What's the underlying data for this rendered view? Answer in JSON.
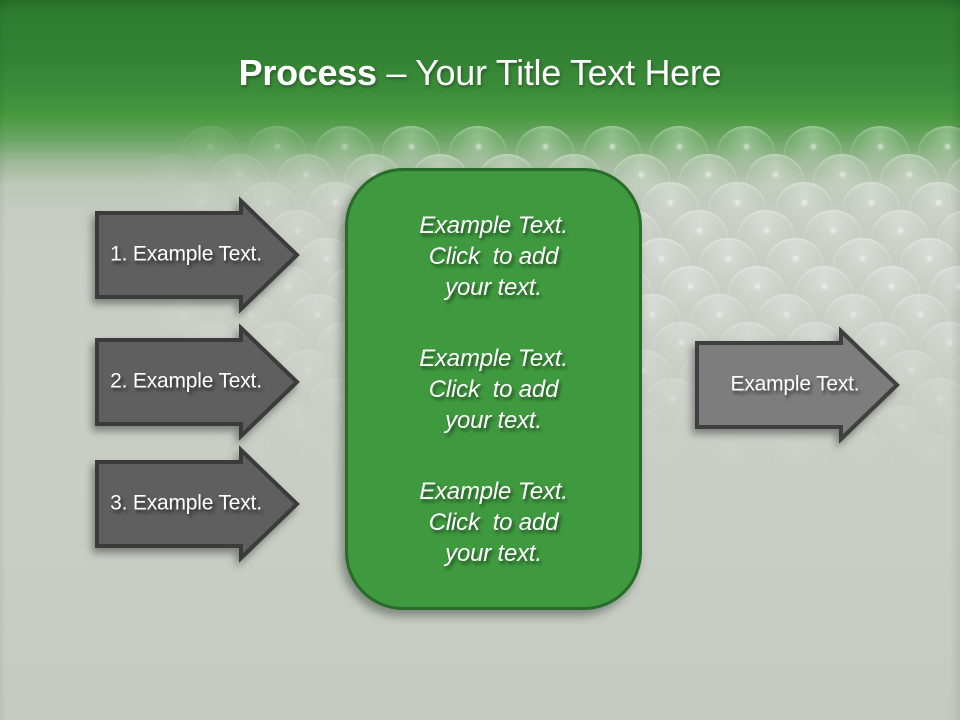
{
  "slide": {
    "title": {
      "bold_part": "Process",
      "regular_part": " – Your Title Text Here"
    },
    "left_arrows": [
      {
        "label": "1. Example Text."
      },
      {
        "label": "2. Example Text."
      },
      {
        "label": "3. Example Text."
      }
    ],
    "center_panel": {
      "paragraphs": [
        "Example Text.\nClick  to add\nyour text.",
        "Example Text.\nClick  to add\nyour text.",
        "Example Text.\nClick  to add\nyour text."
      ]
    },
    "right_arrow": {
      "label": "Example Text."
    },
    "colors": {
      "header_green_top": "#2e7d2e",
      "header_green_mid": "#47983e",
      "background_gray": "#c8cec6",
      "panel_green_fill": "#3f9a3f",
      "panel_green_border": "#276c29",
      "left_arrow_fill": "#5f5f5f",
      "right_arrow_fill": "#7d7d7d",
      "arrow_border": "#3b3b3b",
      "text_white": "#ffffff"
    }
  }
}
